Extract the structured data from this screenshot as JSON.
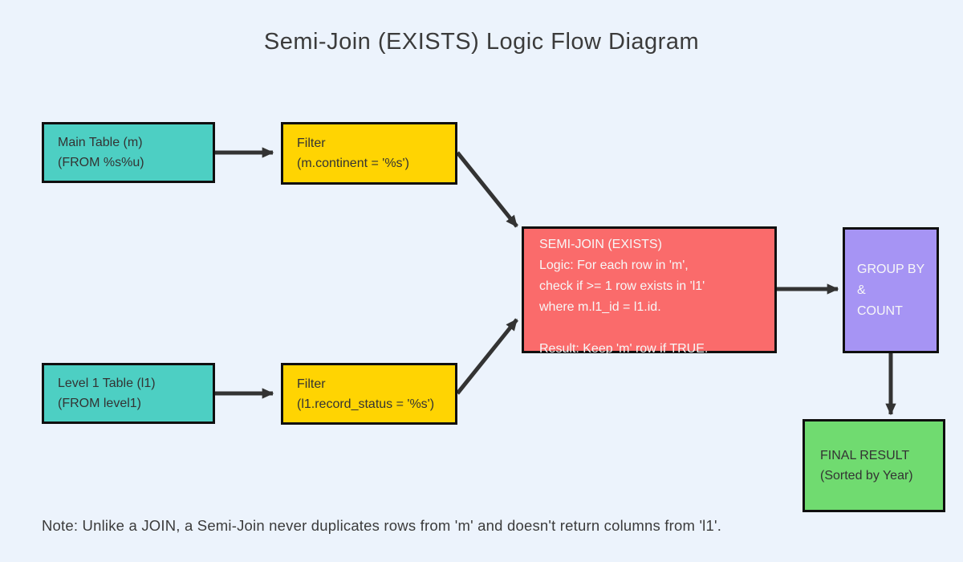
{
  "title": "Semi-Join (EXISTS) Logic Flow Diagram",
  "nodes": {
    "main_table": {
      "lines": [
        "Main Table (m)",
        "(FROM %s%u)"
      ]
    },
    "filter_main": {
      "lines": [
        "Filter",
        "(m.continent = '%s')"
      ]
    },
    "level1_table": {
      "lines": [
        "Level 1 Table (l1)",
        "(FROM level1)"
      ]
    },
    "filter_level1": {
      "lines": [
        "Filter",
        "(l1.record_status = '%s')"
      ]
    },
    "semi_join": {
      "lines": [
        "SEMI-JOIN (EXISTS)",
        "Logic: For each row in 'm',",
        "check if >= 1 row exists in 'l1'",
        "where m.l1_id = l1.id.",
        "",
        "Result: Keep 'm' row if TRUE."
      ]
    },
    "group_by": {
      "lines": [
        "GROUP BY",
        "&",
        "COUNT"
      ]
    },
    "final_result": {
      "lines": [
        "FINAL RESULT",
        "(Sorted by Year)"
      ]
    }
  },
  "note": "Note: Unlike a JOIN, a Semi-Join never duplicates rows from 'm' and doesn't return columns from 'l1'.",
  "colors": {
    "background": "#ecf3fc",
    "teal": "#4dcfc3",
    "yellow": "#ffd402",
    "red": "#fa6b6b",
    "purple": "#a694f4",
    "green": "#70db70",
    "border": "#0f0f0f",
    "arrow": "#333333",
    "dark_text": "#333333",
    "light_text": "#f7f7f7",
    "title_text": "#3b3b3b"
  }
}
